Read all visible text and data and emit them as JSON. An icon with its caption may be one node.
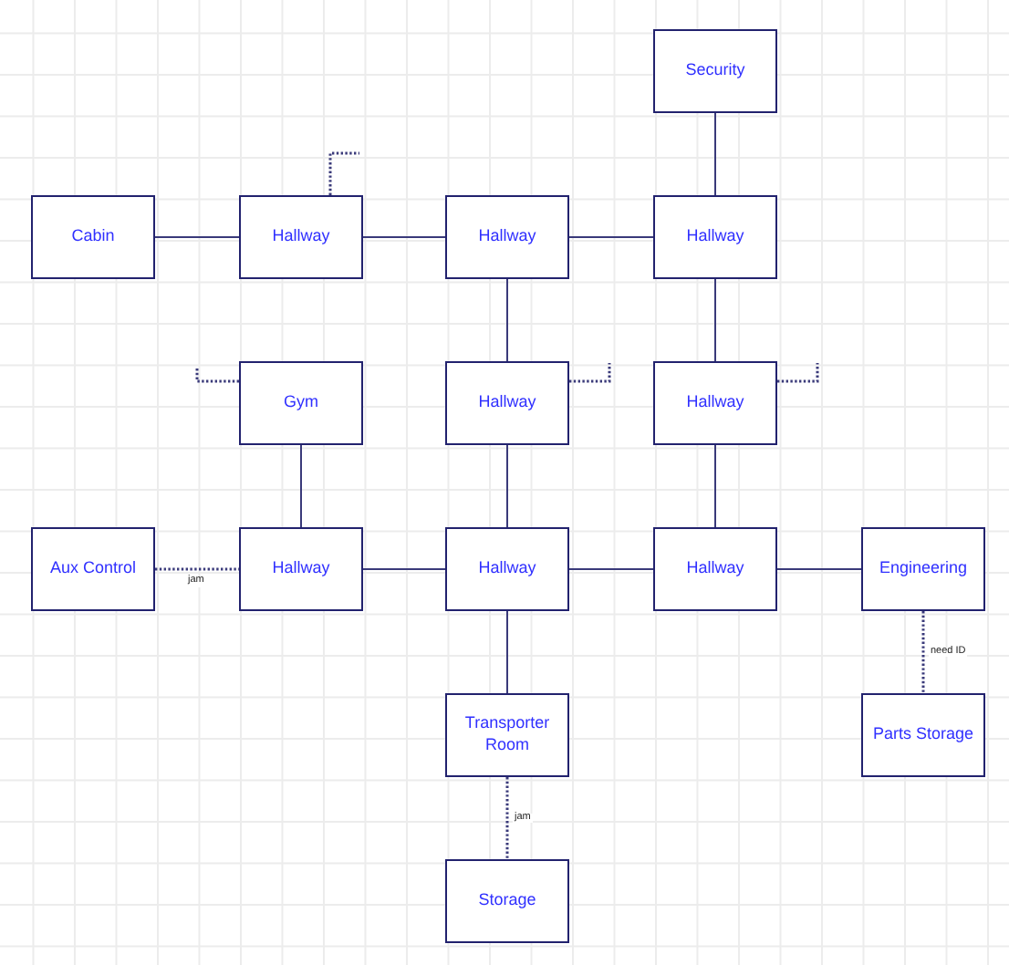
{
  "diagram": {
    "nodes": [
      {
        "text": [
          "Security"
        ]
      },
      {
        "text": [
          "Cabin"
        ]
      },
      {
        "text": [
          "Hallway"
        ]
      },
      {
        "text": [
          "Hallway"
        ]
      },
      {
        "text": [
          "Hallway"
        ]
      },
      {
        "text": [
          "Gym"
        ]
      },
      {
        "text": [
          "Hallway"
        ]
      },
      {
        "text": [
          "Hallway"
        ]
      },
      {
        "text": [
          "Aux Control"
        ]
      },
      {
        "text": [
          "Hallway"
        ]
      },
      {
        "text": [
          "Hallway"
        ]
      },
      {
        "text": [
          "Hallway"
        ]
      },
      {
        "text": [
          "Engineering"
        ]
      },
      {
        "text": [
          "Transporter Room"
        ]
      },
      {
        "text": [
          "Parts Storage"
        ]
      },
      {
        "text": [
          "Storage"
        ]
      }
    ],
    "edges": [
      {
        "from": 0,
        "to": 4,
        "arrow": "none"
      },
      {
        "from": 1,
        "to": 2,
        "arrow": "none"
      },
      {
        "from": 2,
        "to": 3,
        "arrow": "none"
      },
      {
        "from": 3,
        "to": 4,
        "arrow": "none"
      },
      {
        "from": 3,
        "to": 6,
        "arrow": "none"
      },
      {
        "from": 4,
        "to": 7,
        "arrow": "none"
      },
      {
        "from": 5,
        "to": 9,
        "arrow": "none"
      },
      {
        "from": 6,
        "to": 10,
        "arrow": "none"
      },
      {
        "from": 7,
        "to": 11,
        "arrow": "none"
      },
      {
        "from": 8,
        "to": 9,
        "arrow": "none",
        "label": "jam",
        "style": "dashed"
      },
      {
        "from": 9,
        "to": 10,
        "arrow": "none"
      },
      {
        "from": 10,
        "to": 11,
        "arrow": "none"
      },
      {
        "from": 11,
        "to": 12,
        "arrow": "none"
      },
      {
        "from": 10,
        "to": 13,
        "arrow": "none"
      },
      {
        "from": 12,
        "to": 14,
        "arrow": "none",
        "label": "need ID",
        "style": "dashed"
      },
      {
        "from": 13,
        "to": 15,
        "arrow": "none",
        "label": "jam",
        "style": "dashed"
      },
      {
        "from": 2,
        "to": null,
        "arrow": "none",
        "style": "dashed"
      },
      {
        "from": 5,
        "to": null,
        "arrow": "none",
        "style": "dashed"
      },
      {
        "from": 6,
        "to": null,
        "arrow": "none",
        "style": "dashed"
      },
      {
        "from": 7,
        "to": null,
        "arrow": "none",
        "style": "dashed"
      }
    ]
  }
}
